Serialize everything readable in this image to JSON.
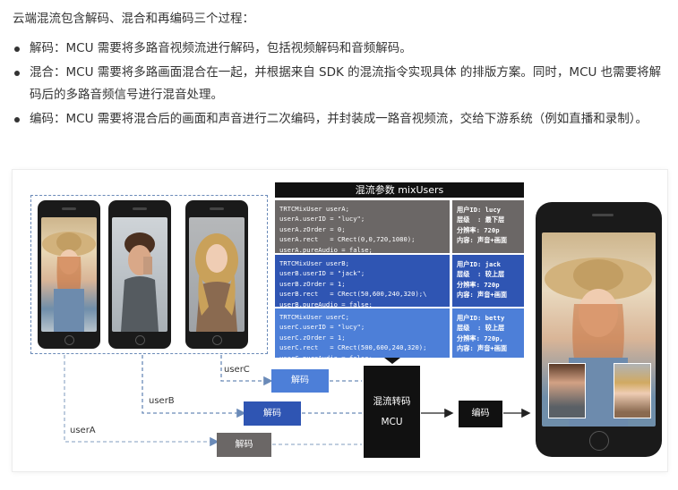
{
  "intro": "云端混流包含解码、混合和再编码三个过程：",
  "bullets": [
    {
      "text": "解码：MCU 需要将多路音视频流进行解码，包括视频解码和音频解码。"
    },
    {
      "text": "混合：MCU 需要将多路画面混合在一起，并根据来自 SDK 的混流指令实现具体 的排版方案。同时，MCU 也需要将解码后的多路音频信号进行混音处理。"
    },
    {
      "text": "编码：MCU 需要将混合后的画面和声音进行二次编码，并封装成一路音视频流，交给下游系统（例如直播和录制）。"
    }
  ],
  "diagram": {
    "panel_title": "混流参数 mixUsers",
    "users": [
      {
        "code": "TRTCMixUser userA;\nuserA.userID = \"lucy\";\nuserA.zOrder = 0;\nuserA.rect   = CRect(0,0,720,1080);\nuserA.pureAudio = false;",
        "info": "用户ID: lucy\n层级  : 最下层\n分辨率: 720p\n内容: 声音+画面"
      },
      {
        "code": "TRTCMixUser userB;\nuserB.userID = \"jack\";\nuserB.zOrder = 1;\nuserB.rect   = CRect(50,600,240,320);\\\nuserB.pureAudio = false;",
        "info": "用户ID: jack\n层级  : 较上层\n分辨率: 720p\n内容: 声音+画面"
      },
      {
        "code": "TRTCMixUser userC;\nuserC.userID = \"lucy\";\nuserC.zOrder = 1;\nuserC.rect   = CRect(500,600,240,320);\nuserC.pureAudio = false;",
        "info": "用户ID: betty\n层级  : 较上层\n分辨率: 720p,\n内容: 声音+画面"
      }
    ],
    "decode_label": "解码",
    "mixer_title": "混流转码",
    "mixer_sub": "MCU",
    "encode_label": "编码",
    "user_labels": {
      "a": "userA",
      "b": "userB",
      "c": "userC"
    },
    "colors": {
      "gray": "#6b6766",
      "dark_blue": "#2f55b3",
      "light_blue": "#4d7fd8",
      "dashed": "#6a8ab8"
    }
  }
}
